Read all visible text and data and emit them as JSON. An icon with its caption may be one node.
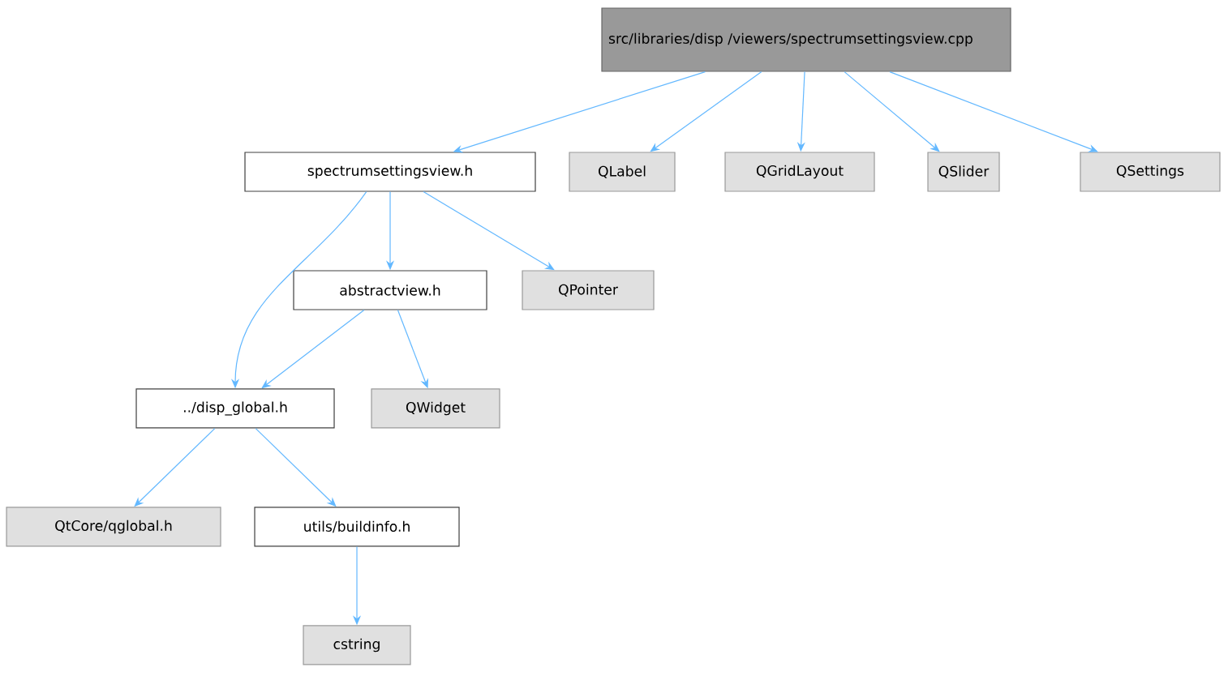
{
  "diagram": {
    "nodes": [
      {
        "text": [
          "src/libraries/disp /viewers/spectrumsettingsview.cpp"
        ]
      },
      {
        "text": [
          "spectrumsettingsview.h"
        ]
      },
      {
        "text": [
          "QLabel"
        ]
      },
      {
        "text": [
          "QGridLayout"
        ]
      },
      {
        "text": [
          "QSlider"
        ]
      },
      {
        "text": [
          "QSettings"
        ]
      },
      {
        "text": [
          "abstractview.h"
        ]
      },
      {
        "text": [
          "QPointer"
        ]
      },
      {
        "text": [
          "../disp_global.h"
        ]
      },
      {
        "text": [
          "QWidget"
        ]
      },
      {
        "text": [
          "QtCore/qglobal.h"
        ]
      },
      {
        "text": [
          "utils/buildinfo.h"
        ]
      },
      {
        "text": [
          "cstring"
        ]
      }
    ],
    "edges": [
      {
        "from": 0,
        "to": 1,
        "arrow": "to"
      },
      {
        "from": 0,
        "to": 2,
        "arrow": "to"
      },
      {
        "from": 0,
        "to": 3,
        "arrow": "to"
      },
      {
        "from": 0,
        "to": 4,
        "arrow": "to"
      },
      {
        "from": 0,
        "to": 5,
        "arrow": "to"
      },
      {
        "from": 1,
        "to": 8,
        "arrow": "to"
      },
      {
        "from": 1,
        "to": 6,
        "arrow": "to"
      },
      {
        "from": 1,
        "to": 7,
        "arrow": "to"
      },
      {
        "from": 6,
        "to": 8,
        "arrow": "to"
      },
      {
        "from": 6,
        "to": 9,
        "arrow": "to"
      },
      {
        "from": 8,
        "to": 10,
        "arrow": "to"
      },
      {
        "from": 8,
        "to": 11,
        "arrow": "to"
      },
      {
        "from": 11,
        "to": 12,
        "arrow": "to"
      }
    ]
  }
}
